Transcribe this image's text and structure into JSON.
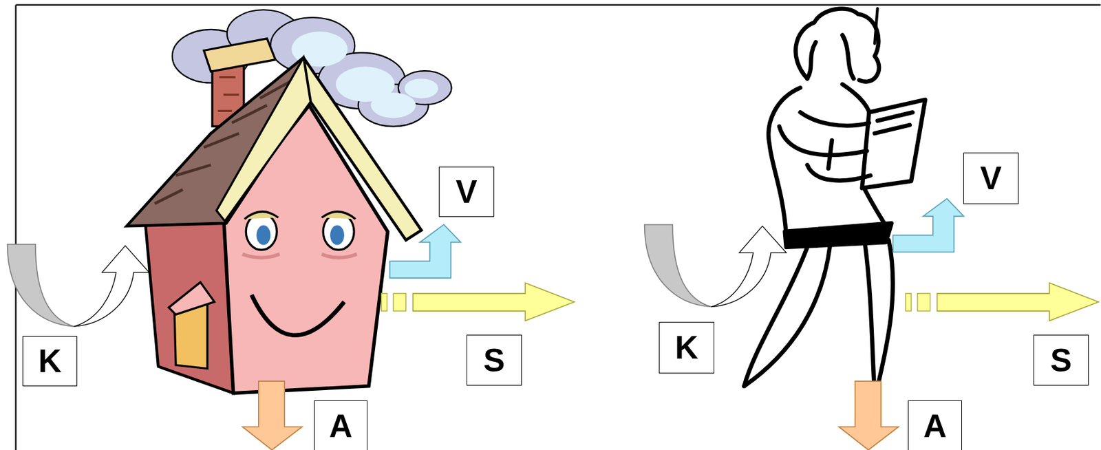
{
  "diagram": {
    "nodes": [
      {
        "text": [
          "V"
        ]
      },
      {
        "text": [
          "K"
        ]
      },
      {
        "text": [
          "S"
        ]
      },
      {
        "text": [
          "A"
        ]
      },
      {
        "text": [
          "V"
        ]
      },
      {
        "text": [
          "K"
        ]
      },
      {
        "text": [
          "S"
        ]
      },
      {
        "text": [
          "A"
        ]
      }
    ]
  }
}
